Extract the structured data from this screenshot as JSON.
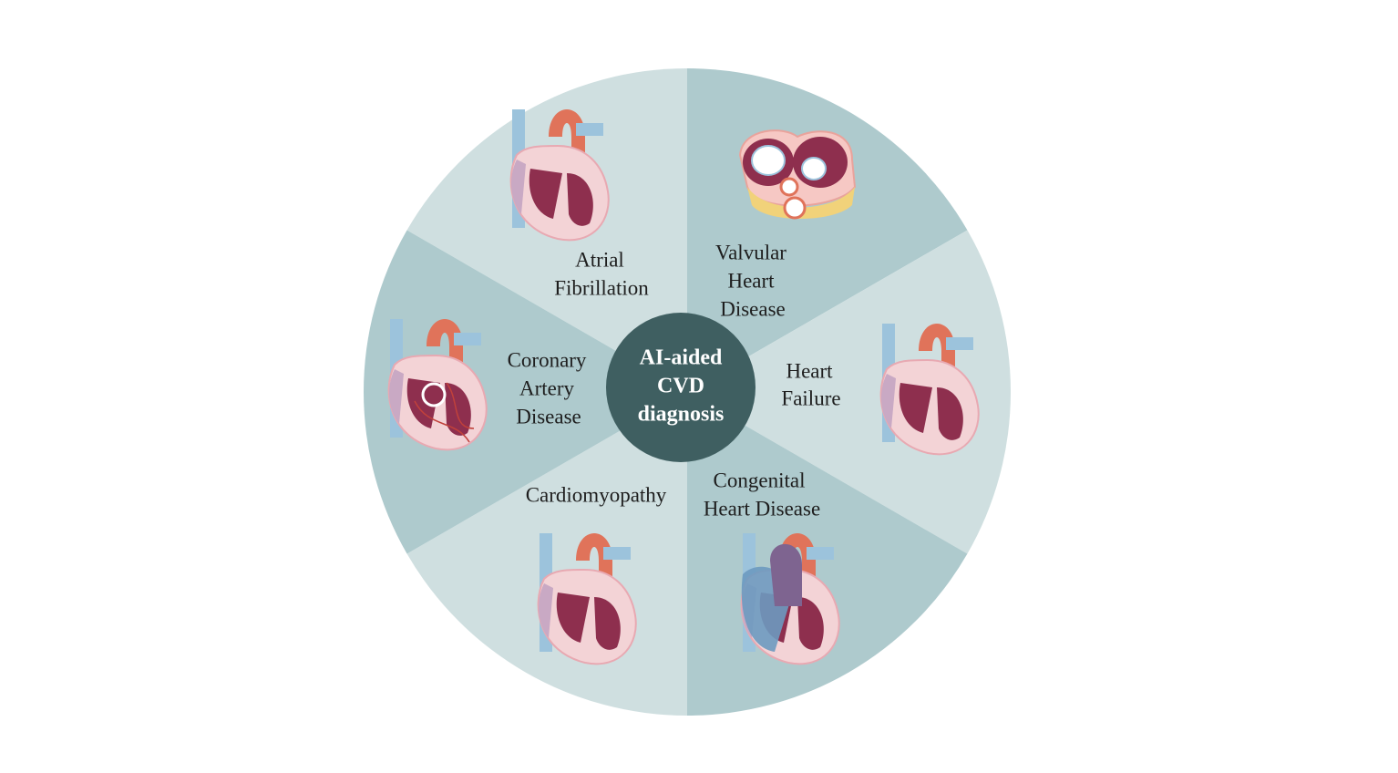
{
  "center": {
    "lines": [
      "AI-aided",
      "CVD",
      "diagnosis"
    ]
  },
  "categories": [
    {
      "id": "atrial-fibrillation",
      "lines": [
        "Atrial",
        "Fibrillation"
      ]
    },
    {
      "id": "valvular-heart-disease",
      "lines": [
        "Valvular",
        "Heart",
        "Disease"
      ]
    },
    {
      "id": "heart-failure",
      "lines": [
        "Heart",
        "Failure"
      ]
    },
    {
      "id": "congenital-heart-disease",
      "lines": [
        "Congenital",
        "Heart Disease"
      ]
    },
    {
      "id": "cardiomyopathy",
      "lines": [
        "Cardiomyopathy"
      ]
    },
    {
      "id": "coronary-artery-disease",
      "lines": [
        "Coronary",
        "Artery",
        "Disease"
      ]
    }
  ],
  "colors": {
    "sector_light": "#cfdfe0",
    "sector_dark": "#aecacd",
    "center": "#3f5f61",
    "aorta": "#e0735a",
    "vein": "#9cc3dc",
    "heart_body": "#f3d3d6",
    "chamber": "#8e2f4e"
  }
}
